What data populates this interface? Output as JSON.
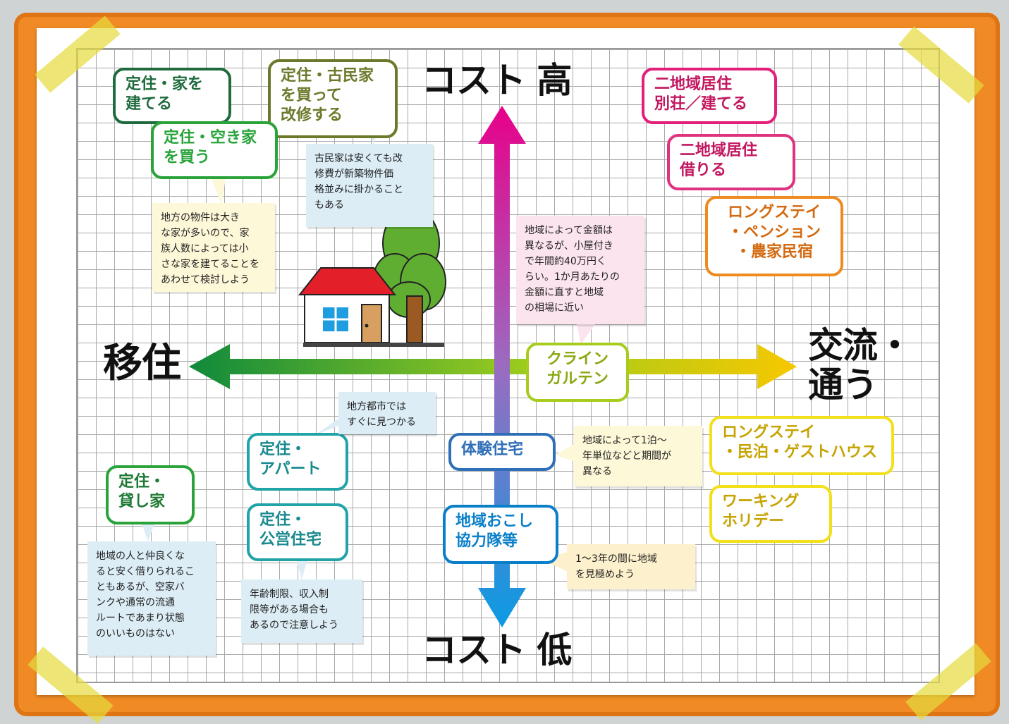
{
  "axes": {
    "cost_high": "コスト 高",
    "cost_low": "コスト 低",
    "left": "移住",
    "right": "交流・\n通う"
  },
  "boxes": {
    "teiju_ie_tateru": "定住・家を\n建てる",
    "teiju_kominka": "定住・古民家\nを買って\n改修する",
    "teiju_akiya": "定住・空き家\nを買う",
    "nichiiki_bessou": "二地域居住\n別荘／建てる",
    "nichiiki_kariru": "二地域居住\n借りる",
    "longstay_pension": "ロングステイ\n・ペンション\n・農家民宿",
    "kleingarten": "クライン\nガルテン",
    "longstay_minpaku": "ロングステイ\n・民泊・ゲストハウス",
    "working_holiday": "ワーキング\nホリデー",
    "taiken_jutaku": "体験住宅",
    "chiiki_okoshi": "地域おこし\n協力隊等",
    "teiju_apart": "定住・\nアパート",
    "teiju_kouei": "定住・\n公営住宅",
    "teiju_kashiya": "定住・\n貸し家"
  },
  "notes": {
    "kominka": "古民家は安くても改\n修費が新築物件価\n格並みに掛かること\nもある",
    "chihou_bukken": "地方の物件は大き\nな家が多いので、家\n族人数によっては小\nさな家を建てることを\nあわせて検討しよう",
    "kleingarten": "地域によって金額は\n異なるが、小屋付き\nで年間約40万円く\nらい。1か月あたりの\n金額に直すと地域\nの相場に近い",
    "chihou_toshi": "地方都市では\nすぐに見つかる",
    "taiken": "地域によって1泊〜\n年単位などと期間が\n異なる",
    "okoshi": "1〜3年の間に地域\nを見極めよう",
    "kouei": "年齢制限、収入制\n限等がある場合も\nあるので注意しよう",
    "kashiya": "地域の人と仲良くな\nると安く借りられるこ\nともあるが、空家バ\nンクや通常の流通\nルートであまり状態\nのいいものはない"
  },
  "colors": {
    "dark_green": "#1f6b3d",
    "olive": "#6b7a2a",
    "green": "#2aa33a",
    "magenta": "#e21f7a",
    "pink": "#e0337f",
    "orange": "#ef8a1f",
    "lime": "#a8cc1e",
    "yellow": "#f2e01a",
    "blue": "#2f6fb8",
    "teal": "#22a3a8",
    "arrow_left": "#138a3c",
    "arrow_right": "#f7c800",
    "arrow_up": "#e8008a",
    "arrow_down": "#0a9be3"
  }
}
